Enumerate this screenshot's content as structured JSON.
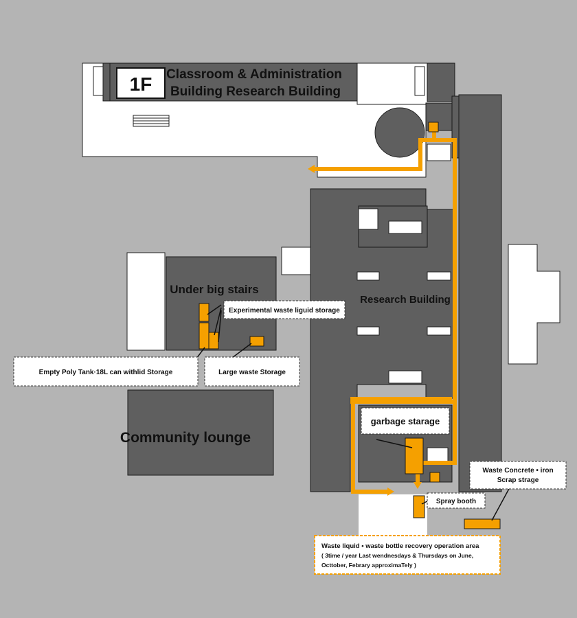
{
  "floor": {
    "badge": "1F",
    "title_line1": "Classroom & Administration",
    "title_line2": "Building Research Building"
  },
  "labels": {
    "under_big_stairs": "Under big stairs",
    "research_building": "Research Building",
    "community_lounge": "Community lounge",
    "garbage_storage": "garbage starage"
  },
  "callouts": {
    "experimental_waste": "Experimental waste liguid storage",
    "empty_poly_tank": "Empty Poly Tank·18L can withlid Storage",
    "large_waste": "Large waste Storage",
    "spray_booth": "Spray booth",
    "waste_concrete_line1": "Waste Concrete  • iron",
    "waste_concrete_line2": "Scrap strage",
    "recovery_line1": "Waste liquid  • waste bottle recovery operation area",
    "recovery_line2": "( 3time / year Last wendnesdays & Thursdays on June,",
    "recovery_line3": "Octtober, Febrary approximaTely )"
  },
  "colors": {
    "background": "#b4b4b4",
    "building": "#5f5f5f",
    "open_area": "#ffffff",
    "route": "#f5a000",
    "storage": "#f5a000"
  }
}
